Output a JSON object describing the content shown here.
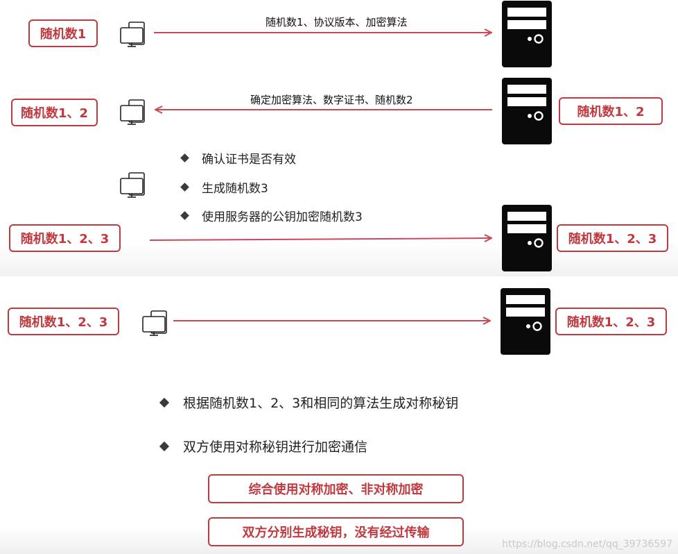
{
  "step1": {
    "client_tag": "随机数1",
    "message": "随机数1、协议版本、加密算法"
  },
  "step2": {
    "client_tag": "随机数1、2",
    "server_tag": "随机数1、2",
    "message": "确定加密算法、数字证书、随机数2"
  },
  "step3": {
    "client_tag": "随机数1、2、3",
    "server_tag": "随机数1、2、3",
    "bullets": [
      "确认证书是否有效",
      "生成随机数3",
      "使用服务器的公钥加密随机数3"
    ]
  },
  "step4": {
    "client_tag": "随机数1、2、3",
    "server_tag": "随机数1、2、3",
    "bullets": [
      "根据随机数1、2、3和相同的算法生成对称秘钥",
      "双方使用对称秘钥进行加密通信"
    ]
  },
  "summary": [
    "综合使用对称加密、非对称加密",
    "双方分别生成秘钥，没有经过传输"
  ],
  "watermark": "https://blog.csdn.net/qq_39736597",
  "colors": {
    "accent": "#c0393f",
    "arrow": "#c94a55",
    "server": "#0a0a0a"
  }
}
